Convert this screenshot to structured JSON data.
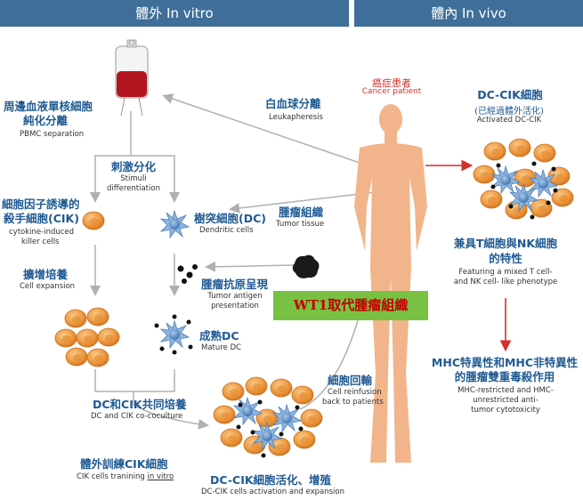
{
  "header": {
    "left": "體外 In vitro",
    "right": "體內 In vivo"
  },
  "labels": {
    "pbmc_zh_1": "周邊血液單核細胞",
    "pbmc_zh_2": "純化分離",
    "pbmc_en": "PBMC separation",
    "leuka_zh": "白血球分離",
    "leuka_en": "Leukapheresis",
    "patient_zh": "癌症患者",
    "patient_en": "Cancer patient",
    "stimuli_zh": "刺激分化",
    "stimuli_en_1": "Stimuli",
    "stimuli_en_2": "differentiation",
    "cik_zh_1": "細胞因子誘導的",
    "cik_zh_2": "殺手細胞(CIK)",
    "cik_en_1": "cytokine-induced",
    "cik_en_2": "killer cells",
    "dc_zh": "樹突細胞(DC)",
    "dc_en": "Dendritic cells",
    "tumor_tissue_zh": "腫瘤組織",
    "tumor_tissue_en": "Tumor tissue",
    "expansion_zh": "擴增培養",
    "expansion_en": "Cell expansion",
    "antigen_zh": "腫瘤抗原呈現",
    "antigen_en_1": "Tumor antigen",
    "antigen_en_2": "presentation",
    "wt1": "WT1取代腫瘤組織",
    "mature_zh": "成熟DC",
    "mature_en": "Mature DC",
    "coculture_zh": "DC和CIK共同培養",
    "coculture_en": "DC and CIK co-coculture",
    "reinfusion_zh": "細胞回輸",
    "reinfusion_en_1": "Cell reinfusion",
    "reinfusion_en_2": "back to patients",
    "training_zh": "體外訓練CIK細胞",
    "training_en_pre": "CIK cells tranining ",
    "training_en_u": "in vitro",
    "activation_zh": "DC-CIK細胞活化、增殖",
    "activation_en": "DC-CIK cells activation and expansion",
    "activated_zh_1": "DC-CIK細胞",
    "activated_zh_2": "(已經過體外活化)",
    "activated_en": "Activated DC-CIK",
    "mixed_zh_1": "兼具T細胞與NK細胞",
    "mixed_zh_2": "的特性",
    "mixed_en_1": "Featuring a mixed T cell-",
    "mixed_en_2": "and NK cell- like phenotype",
    "mhc_zh_1": "MHC特異性和MHC非特異性",
    "mhc_zh_2": "的腫瘤雙重毒殺作用",
    "mhc_en_1": "MHC-restricted and HMC-",
    "mhc_en_2": "unrestricted anti-",
    "mhc_en_3": "tumor cytotoxicity"
  },
  "colors": {
    "header": "#3f6f98",
    "heading_text": "#1f5a92",
    "orange_cell": "#f0a04b",
    "dc_cell": "#5b8ec4",
    "skin": "#f2b48a",
    "arrow_gray": "#b0b0b0",
    "arrow_red": "#d0312d",
    "wt1_box": "#79c143",
    "wt1_text": "#c00000"
  }
}
